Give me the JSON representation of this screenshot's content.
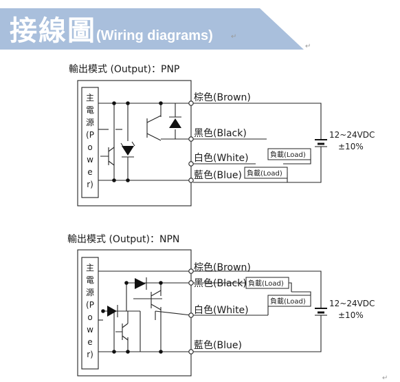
{
  "header": {
    "title_cjk": "接線圖",
    "title_en": "(Wiring diagrams)",
    "banner_color": "#a9bfdc"
  },
  "pnp": {
    "caption": "輸出模式 (Output)：PNP",
    "power_label": [
      "主",
      "電",
      "源",
      "(P",
      "o",
      "w",
      "e",
      "r)"
    ],
    "wires": {
      "brown": "棕色(Brown)",
      "black": "黑色(Black)",
      "white": "白色(White)",
      "blue": "藍色(Blue)"
    },
    "load_black": "負載(Load)",
    "load_blue": "負載(Load)",
    "voltage": "12~24VDC",
    "tolerance": "±10%"
  },
  "npn": {
    "caption": "輸出模式 (Output)：NPN",
    "power_label": [
      "主",
      "電",
      "源",
      "(P",
      "o",
      "w",
      "e",
      "r)"
    ],
    "wires": {
      "brown": "棕色(Brown)",
      "black": "黑色(Black)",
      "white": "白色(White)",
      "blue": "藍色(Blue)"
    },
    "load_black": "負載(Load)",
    "load_white": "負載(Load)",
    "voltage": "12~24VDC",
    "tolerance": "±10%"
  }
}
